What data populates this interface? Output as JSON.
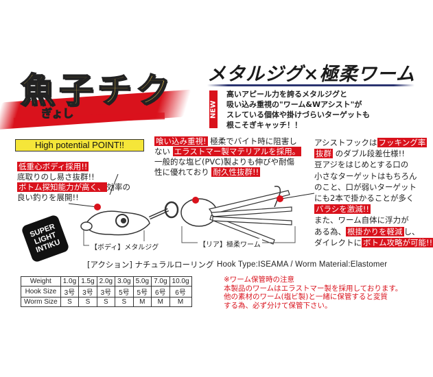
{
  "logo": {
    "title": "魚子チク",
    "ruby": "ぎょし"
  },
  "headline": {
    "title": "メタルジグ×極柔ワーム",
    "badge": "NEW",
    "intro": [
      "高いアピール力を誇るメタルジグと",
      "吸い込み重視の\"ワーム&Wアシスト\"が",
      "スレている個体や掛けづらいターゲットも",
      "根こそぎキャッチ！！"
    ]
  },
  "points": {
    "heading": "High potential POINT!!",
    "body": {
      "line1_hl": "低重心ボディ採用!!",
      "line2": "底取りのし易さ抜群!!",
      "line3_hl": "ボトム探知能力が高く、",
      "line3_rest": "効率の",
      "line4": "良い釣りを展開!!"
    },
    "worm": {
      "line1_hl": "喰い込み重視!",
      "line1_rest": "極柔でバイト時に阻害し",
      "line2_pre": "ない",
      "line2_hl": "エラストマー製マテリアルを採用。",
      "line3": "一般的な塩ビ(PVC)製よりも伸びや耐傷",
      "line4_pre": "性に優れており",
      "line4_hl": "耐久性抜群!!"
    },
    "hook": {
      "line1_pre": "アシストフックは",
      "line1_hl": "フッキング率",
      "line2_hl": "抜群",
      "line2_rest": "のダブル段差仕様!!",
      "line3": "豆アジをはじめとする口の",
      "line4": "小さなターゲットはもちろん",
      "line5": "のこと、口が弱いターゲット",
      "line6": "にも2本で掛かることが多く",
      "line7_hl": "バラシを激減!!",
      "line8": "また、ワーム自体に浮力が",
      "line9_pre": "ある為、",
      "line9_hl": "根掛かりを軽減",
      "line9_rest": "し、",
      "line10_pre": "ダイレクトに",
      "line10_hl": "ボトム攻略が可能!!"
    }
  },
  "illustration": {
    "body_label": "【ボディ】メタルジグ",
    "rear_label": "【リア】極柔ワーム"
  },
  "badge_super_light": [
    "SUPER",
    "LIGHT",
    "INTIKU"
  ],
  "action": "[アクション] ナチュラルローリング",
  "hook_info": "Hook Type:ISEAMA / Worm Material:Elastomer",
  "spec_table": {
    "rows": [
      {
        "label": "Weight",
        "values": [
          "1.0g",
          "1.5g",
          "2.0g",
          "3.0g",
          "5.0g",
          "7.0g",
          "10.0g"
        ]
      },
      {
        "label": "Hook Size",
        "values": [
          "3号",
          "3号",
          "3号",
          "5号",
          "5号",
          "6号",
          "6号"
        ]
      },
      {
        "label": "Worm Size",
        "values": [
          "S",
          "S",
          "S",
          "S",
          "M",
          "M",
          "M"
        ]
      }
    ]
  },
  "note": [
    "※ワーム保管時の注意",
    "本製品のワームはエラストマー製を採用しております。",
    "他の素材のワーム(塩ビ製)と一緒に保管すると変質",
    "する為、必ず分けて保管下さい。"
  ],
  "colors": {
    "accent_red": "#d9121c",
    "highlight_yellow": "#f5e639",
    "logo_gold": "#d9b548",
    "headline_navy": "#2a3370"
  }
}
